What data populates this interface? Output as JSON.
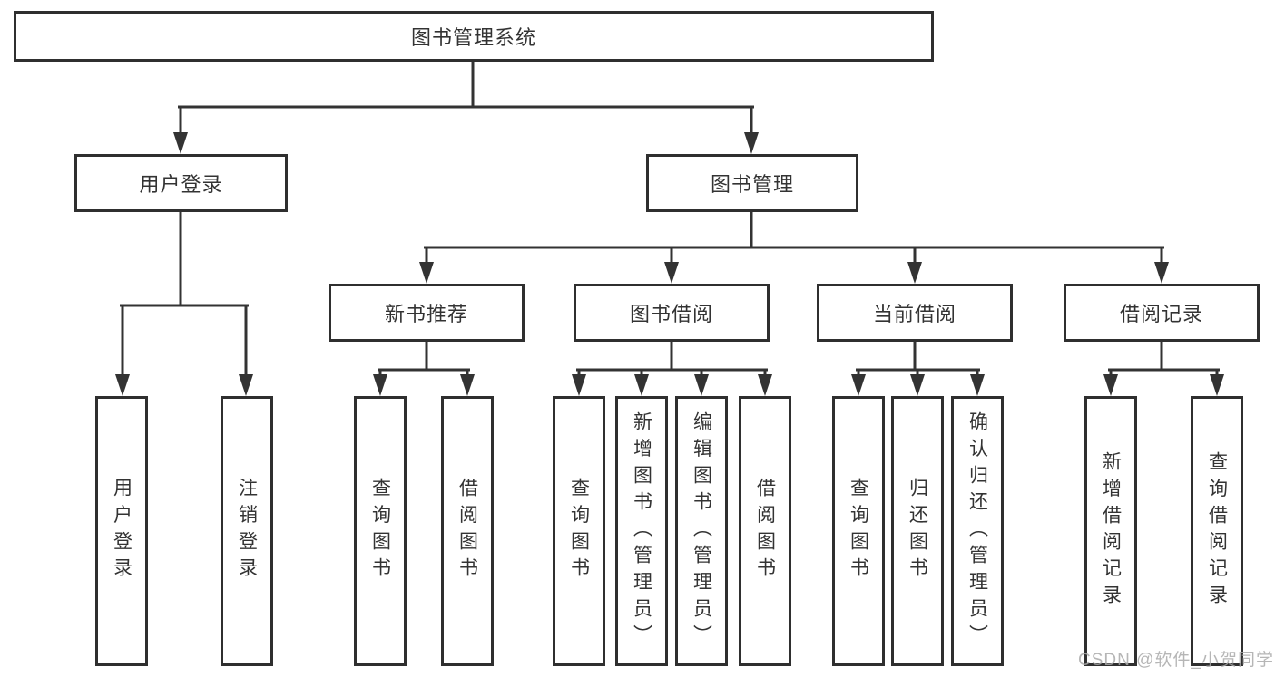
{
  "diagram": {
    "root": {
      "label": "图书管理系统"
    },
    "branches": [
      {
        "label": "用户登录",
        "leaves": [
          "用户登录",
          "注销登录"
        ]
      },
      {
        "label": "图书管理",
        "sections": [
          {
            "label": "新书推荐",
            "leaves": [
              "查询图书",
              "借阅图书"
            ]
          },
          {
            "label": "图书借阅",
            "leaves": [
              "查询图书",
              "新增图书（管理员）",
              "编辑图书（管理员）",
              "借阅图书"
            ]
          },
          {
            "label": "当前借阅",
            "leaves": [
              "查询图书",
              "归还图书",
              "确认归还（管理员）"
            ]
          },
          {
            "label": "借阅记录",
            "leaves": [
              "新增借阅记录",
              "查询借阅记录"
            ]
          }
        ]
      }
    ]
  },
  "watermark": {
    "text": "CSDN @软件_小贺同学",
    "color": "#aaaaaa"
  },
  "colors": {
    "line": "#333333",
    "border": "#2f2f2f",
    "text": "#333333",
    "background": "#ffffff"
  }
}
